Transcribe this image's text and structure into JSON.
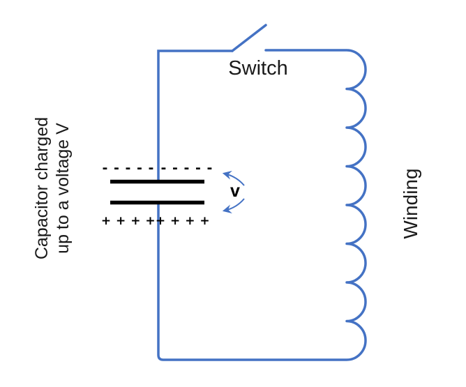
{
  "colors": {
    "wire": "#4472C4",
    "ink": "#000000",
    "background": "#ffffff"
  },
  "labels": {
    "switch": "Switch",
    "winding": "Winding",
    "capacitor_line1": "Capacitor charged",
    "capacitor_line2": "up to a voltage V",
    "voltage": "v"
  },
  "charges": {
    "negative_left": "- - - - -",
    "negative_right": "- - - - -",
    "positive_left": "+ + + +",
    "positive_right": "+ + + +"
  }
}
